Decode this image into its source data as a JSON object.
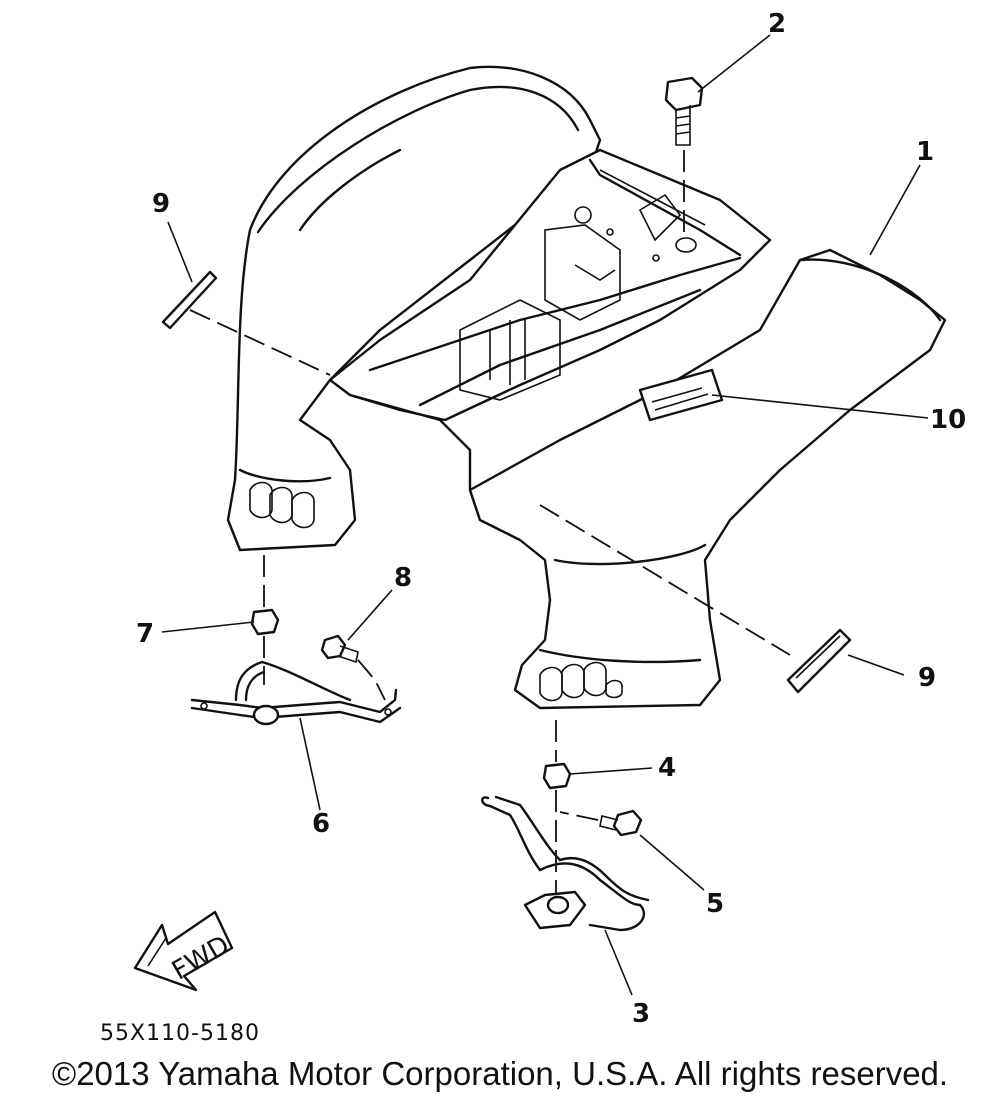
{
  "callouts": {
    "c1": "1",
    "c2": "2",
    "c3": "3",
    "c4": "4",
    "c5": "5",
    "c6": "6",
    "c7": "7",
    "c8": "8",
    "c9a": "9",
    "c9b": "9",
    "c10": "10"
  },
  "fwd_label": "FWD",
  "part_code": "55X110-5180",
  "copyright": "©2013 Yamaha Motor Corporation, U.S.A. All rights reserved."
}
